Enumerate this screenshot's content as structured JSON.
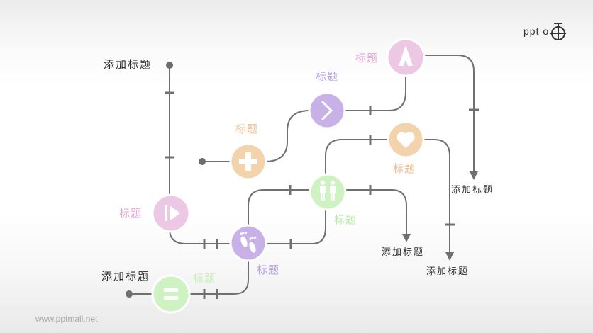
{
  "logo": {
    "text": "ppt o",
    "icon": "crosshair-logo-icon"
  },
  "footer": {
    "url": "www.pptmall.net"
  },
  "colors": {
    "line": "#707070",
    "dot": "#6e6e6e",
    "pink": "#ecc8e4",
    "purple": "#c7b1e6",
    "peach": "#f3d3ac",
    "green": "#cff2c3",
    "pink_label": "#e4a8d4",
    "purple_label": "#b39fdc",
    "peach_label": "#edc092",
    "green_label": "#b8eaa6"
  },
  "start_labels": [
    {
      "id": "top-left",
      "text": "添加标题"
    },
    {
      "id": "bottom-left",
      "text": "添加标题"
    }
  ],
  "end_labels": [
    {
      "id": "end-right-top",
      "text": "添加标题"
    },
    {
      "id": "end-middle",
      "text": "添加标题"
    },
    {
      "id": "end-right-bottom",
      "text": "添加标题"
    }
  ],
  "nodes": [
    {
      "id": "tent",
      "icon": "tent-icon",
      "color": "pink",
      "label": "标题"
    },
    {
      "id": "arrow",
      "icon": "chevron-right-icon",
      "color": "purple",
      "label": "标题"
    },
    {
      "id": "plus",
      "icon": "plus-icon",
      "color": "peach",
      "label": "标题"
    },
    {
      "id": "heart",
      "icon": "heart-icon",
      "color": "peach",
      "label": "标题"
    },
    {
      "id": "people",
      "icon": "people-icon",
      "color": "green",
      "label": "标题"
    },
    {
      "id": "play",
      "icon": "play-icon",
      "color": "pink",
      "label": "标题"
    },
    {
      "id": "footprints",
      "icon": "footprints-icon",
      "color": "purple",
      "label": "标题"
    },
    {
      "id": "equals",
      "icon": "equals-icon",
      "color": "green",
      "label": "标题"
    }
  ]
}
